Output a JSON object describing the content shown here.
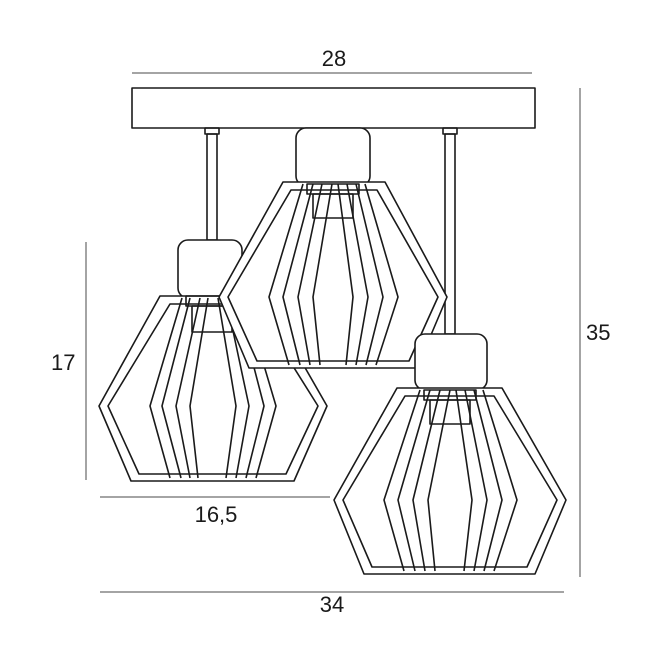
{
  "diagram": {
    "line_color": "#1a1a1a",
    "dim_line_color": "#4a4a4a",
    "dimensions": {
      "plate_width": "28",
      "total_height": "35",
      "shade_height": "17",
      "shade_width": "16,5",
      "total_width": "34"
    }
  }
}
